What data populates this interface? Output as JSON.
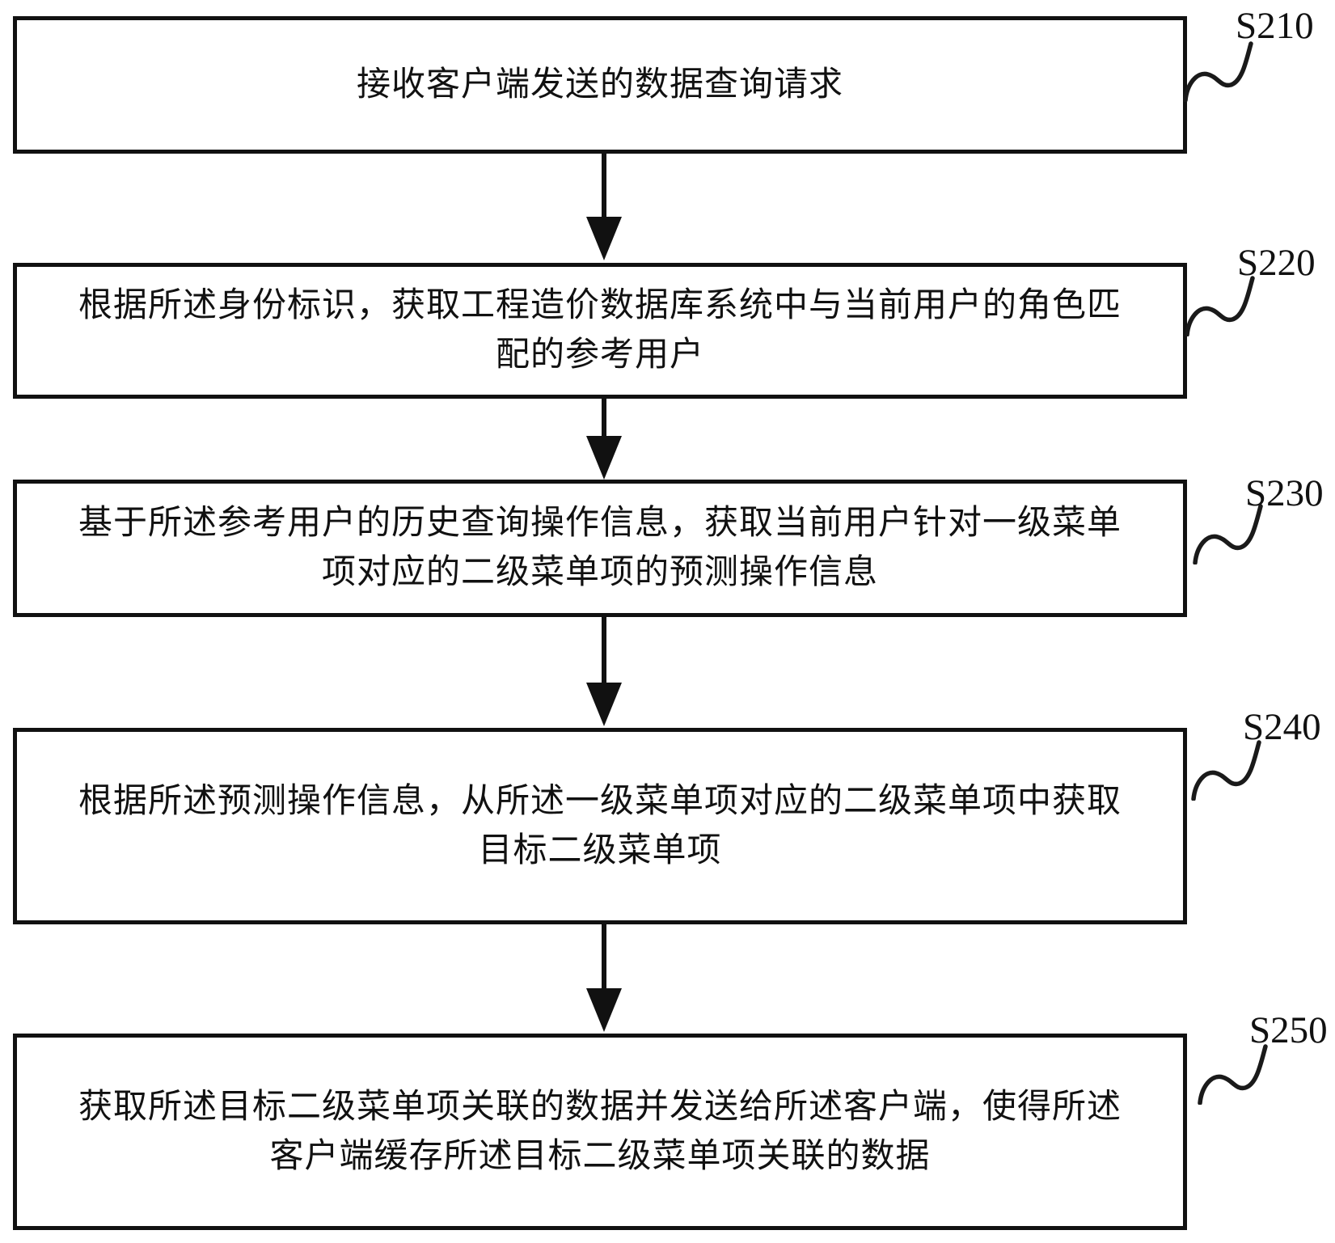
{
  "diagram": {
    "type": "flowchart",
    "direction": "top-down",
    "colors": {
      "line": "#111111",
      "background": "#ffffff",
      "text": "#111111"
    },
    "steps": [
      {
        "label": "S210",
        "lines": [
          "接收客户端发送的数据查询请求",
          ""
        ]
      },
      {
        "label": "S220",
        "lines": [
          "根据所述身份标识，获取工程造价数据库系统中与当前用户的角色匹",
          "配的参考用户"
        ]
      },
      {
        "label": "S230",
        "lines": [
          "基于所述参考用户的历史查询操作信息，获取当前用户针对一级菜单",
          "项对应的二级菜单项的预测操作信息"
        ]
      },
      {
        "label": "S240",
        "lines": [
          "根据所述预测操作信息，从所述一级菜单项对应的二级菜单项中获取",
          "目标二级菜单项"
        ]
      },
      {
        "label": "S250",
        "lines": [
          "获取所述目标二级菜单项关联的数据并发送给所述客户端，使得所述",
          "客户端缓存所述目标二级菜单项关联的数据"
        ]
      }
    ]
  }
}
